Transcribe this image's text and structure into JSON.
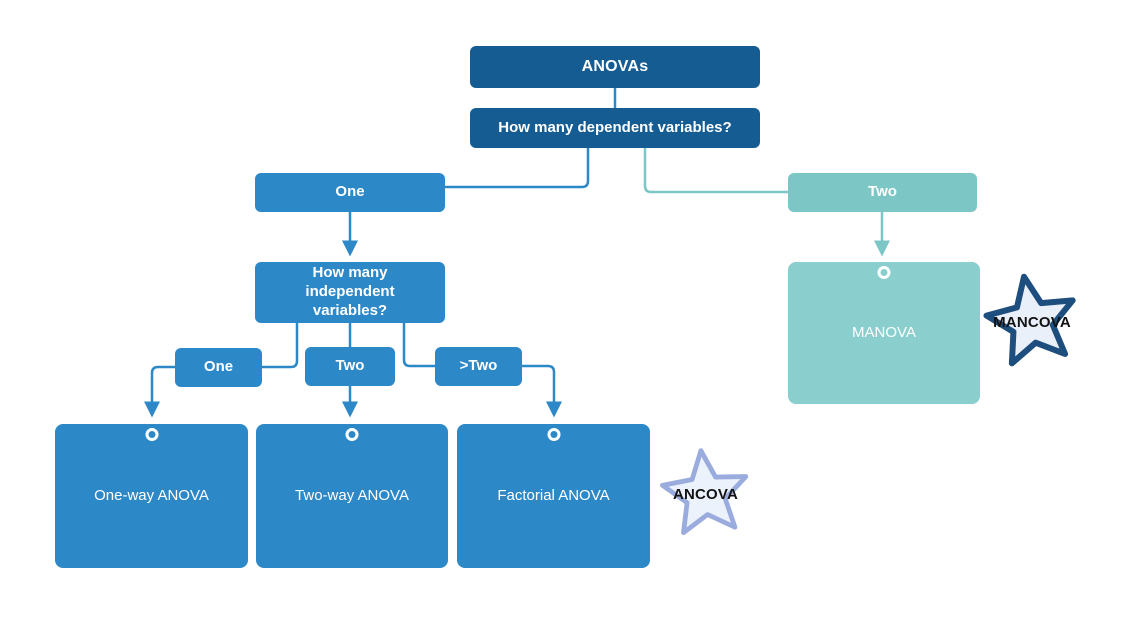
{
  "palette": {
    "background": "#ffffff",
    "dark_blue": "#155c93",
    "blue": "#2d88c7",
    "teal": "#7cc7c6",
    "teal_light": "#8acfcd",
    "star_fill": "#ecf2fb",
    "ancova_star_border": "#9aabdd",
    "mancova_star_border": "#1d4e7e",
    "node_text": "#ffffff",
    "star_text": "#121212"
  },
  "nodes": {
    "anovas": {
      "label": "ANOVAs"
    },
    "dependent_question": {
      "label": "How many dependent variables?"
    },
    "one_dependent": {
      "label": "One"
    },
    "two_dependent": {
      "label": "Two"
    },
    "independent_question": {
      "label": "How many independent variables?"
    },
    "one_independent": {
      "label": "One"
    },
    "two_independent": {
      "label": "Two"
    },
    "more_than_two_independent": {
      "label": ">Two"
    },
    "one_way_anova": {
      "label": "One-way ANOVA"
    },
    "two_way_anova": {
      "label": "Two-way ANOVA"
    },
    "factorial_anova": {
      "label": "Factorial ANOVA"
    },
    "manova": {
      "label": "MANOVA"
    }
  },
  "stars": {
    "ancova": {
      "label": "ANCOVA"
    },
    "mancova": {
      "label": "MANCOVA"
    }
  }
}
